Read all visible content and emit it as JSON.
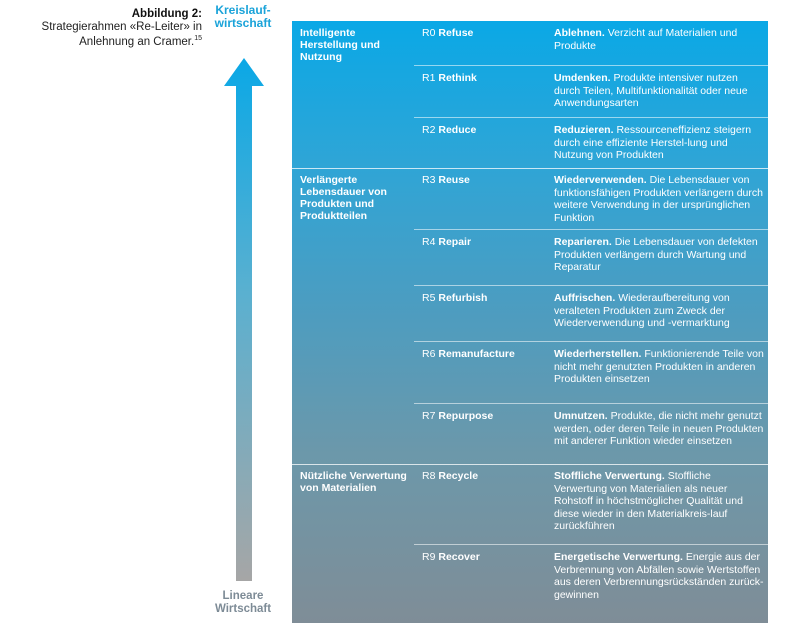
{
  "caption": {
    "label": "Abbildung 2:",
    "text": "Strategierahmen «Re-Leiter» in Anlehnung an Cramer.",
    "footnote": "15"
  },
  "arrow": {
    "top_label": "Kreislauf-wirtschaft",
    "bottom_label": "Lineare Wirtschaft"
  },
  "groups": [
    {
      "name": "Intelligente Herstellung und Nutzung",
      "rows": [
        {
          "code": "R0",
          "strategy": "Refuse",
          "title": "Ablehnen.",
          "desc": "Verzicht auf Materialien und Produkte"
        },
        {
          "code": "R1",
          "strategy": "Rethink",
          "title": "Umdenken.",
          "desc": "Produkte intensiver nutzen durch Teilen, Multifunktionalität oder neue Anwendungsarten"
        },
        {
          "code": "R2",
          "strategy": "Reduce",
          "title": "Reduzieren.",
          "desc": "Ressourceneffizienz steigern durch eine effiziente Herstel-lung und Nutzung von Produkten"
        }
      ]
    },
    {
      "name": "Verlängerte Lebensdauer von Produkten und Produktteilen",
      "rows": [
        {
          "code": "R3",
          "strategy": "Reuse",
          "title": "Wiederverwenden.",
          "desc": "Die Lebensdauer von funktionsfähigen Produkten verlängern durch weitere Verwendung in der ursprünglichen Funktion"
        },
        {
          "code": "R4",
          "strategy": "Repair",
          "title": "Reparieren.",
          "desc": "Die Lebensdauer von defekten Produkten verlängern durch Wartung und Reparatur"
        },
        {
          "code": "R5",
          "strategy": "Refurbish",
          "title": "Auffrischen.",
          "desc": "Wiederaufbereitung von veralteten Produkten zum Zweck der Wiederverwendung und -vermarktung"
        },
        {
          "code": "R6",
          "strategy": "Remanufacture",
          "title": "Wiederherstellen.",
          "desc": "Funktionierende Teile von nicht mehr genutzten Produkten in anderen Produkten einsetzen"
        },
        {
          "code": "R7",
          "strategy": "Repurpose",
          "title": "Umnutzen.",
          "desc": "Produkte, die nicht mehr genutzt werden, oder deren Teile in neuen Produkten mit anderer Funktion wieder einsetzen"
        }
      ]
    },
    {
      "name": "Nützliche Verwertung von Materialien",
      "rows": [
        {
          "code": "R8",
          "strategy": "Recycle",
          "title": "Stoffliche Verwertung.",
          "desc": "Stoffliche Verwertung von Materialien als neuer Rohstoff in höchstmöglicher Qualität und diese wieder in den Materialkreis-lauf zurückführen"
        },
        {
          "code": "R9",
          "strategy": "Recover",
          "title": "Energetische Verwertung.",
          "desc": "Energie aus der Verbrennung von Abfällen sowie Wertstoffen aus deren Verbrennungsrückständen zurück-gewinnen"
        }
      ]
    }
  ]
}
